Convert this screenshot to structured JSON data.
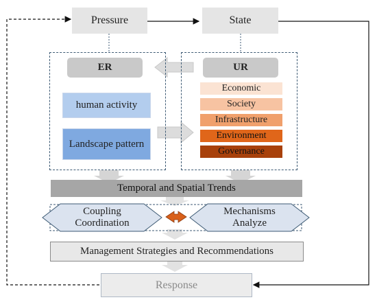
{
  "pressure": "Pressure",
  "state": "State",
  "response": "Response",
  "er": {
    "title": "ER",
    "items": [
      "human activity",
      "Landscape pattern"
    ]
  },
  "ur": {
    "title": "UR",
    "items": [
      "Economic",
      "Society",
      "Infrastructure",
      "Environment",
      "Governance"
    ]
  },
  "trends": "Temporal and Spatial Trends",
  "coupling": "Coupling Coordination",
  "mechanisms": "Mechanisms Analyze",
  "management": "Management Strategies and Recommendations",
  "colors": {
    "er_light": "#b3cdee",
    "er_dark": "#7fa9e0",
    "ur_1": "#fbe3d3",
    "ur_2": "#f7c3a2",
    "ur_3": "#f0a06c",
    "ur_4": "#e0661a",
    "ur_5": "#a8410b",
    "double_arrow": "#d9601a"
  }
}
